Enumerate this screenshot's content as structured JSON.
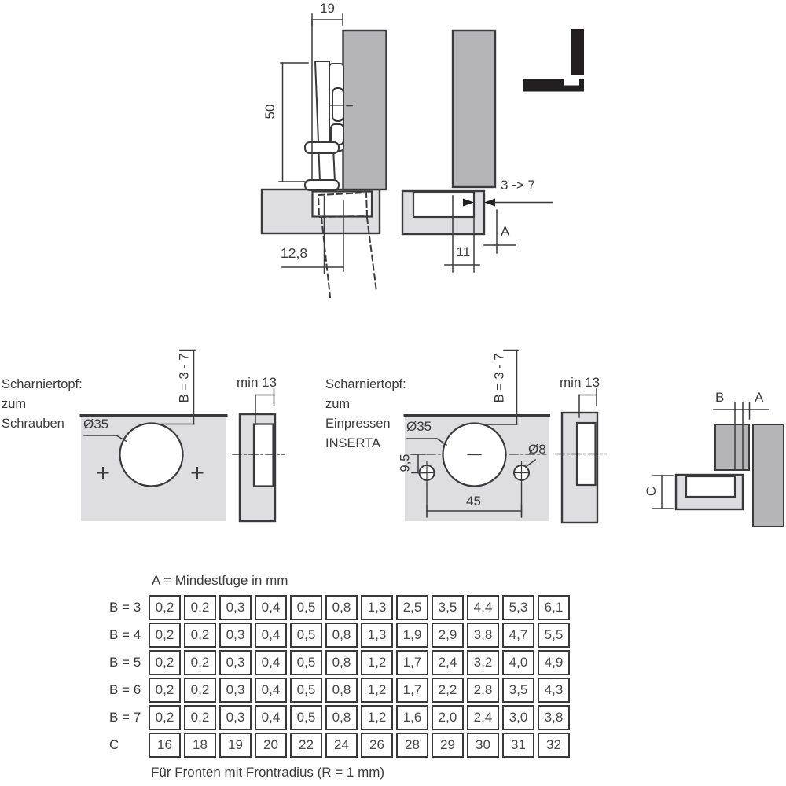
{
  "colors": {
    "line": "#3a3a3c",
    "door_gray": "#b5b5b7",
    "panel_gray": "#dedee0",
    "icon_black": "#231f20"
  },
  "top_view": {
    "dim_width": "19",
    "dim_height": "50",
    "dim_drilling": "12,8",
    "dim_gap_range": "3 -> 7",
    "dim_gap_label": "A",
    "dim_depth": "11"
  },
  "screw_on": {
    "line1": "Scharniertopf:",
    "line2": "zum",
    "line3": "Schrauben",
    "hole_dia": "Ø35",
    "cup_distance_range": "B = 3 - 7",
    "min_depth": "min 13"
  },
  "press_in": {
    "line1": "Scharniertopf:",
    "line2": "zum",
    "line3": "Einpressen",
    "line4": "INSERTA",
    "hole_dia": "Ø35",
    "dowel_dia": "Ø8",
    "dowel_offset": "9,5",
    "dowel_spacing": "45",
    "cup_distance_range": "B = 3 - 7",
    "min_depth": "min 13"
  },
  "corner_detail": {
    "label_b": "B",
    "label_a": "A",
    "label_c": "C"
  },
  "table": {
    "title": "A = Mindestfuge in mm",
    "row_labels": [
      "B = 3",
      "B = 4",
      "B = 5",
      "B = 6",
      "B = 7",
      "C"
    ],
    "rows": [
      [
        "0,2",
        "0,2",
        "0,3",
        "0,4",
        "0,5",
        "0,8",
        "1,3",
        "2,5",
        "3,5",
        "4,4",
        "5,3",
        "6,1"
      ],
      [
        "0,2",
        "0,2",
        "0,3",
        "0,4",
        "0,5",
        "0,8",
        "1,3",
        "1,9",
        "2,9",
        "3,8",
        "4,7",
        "5,5"
      ],
      [
        "0,2",
        "0,2",
        "0,3",
        "0,4",
        "0,5",
        "0,8",
        "1,2",
        "1,7",
        "2,4",
        "3,2",
        "4,0",
        "4,9"
      ],
      [
        "0,2",
        "0,2",
        "0,3",
        "0,4",
        "0,5",
        "0,8",
        "1,2",
        "1,7",
        "2,2",
        "2,8",
        "3,5",
        "4,3"
      ],
      [
        "0,2",
        "0,2",
        "0,3",
        "0,4",
        "0,5",
        "0,8",
        "1,2",
        "1,6",
        "2,0",
        "2,4",
        "3,0",
        "3,8"
      ],
      [
        "16",
        "18",
        "19",
        "20",
        "22",
        "24",
        "26",
        "28",
        "29",
        "30",
        "31",
        "32"
      ]
    ],
    "footer": "Für Fronten mit Frontradius (R = 1 mm)"
  }
}
